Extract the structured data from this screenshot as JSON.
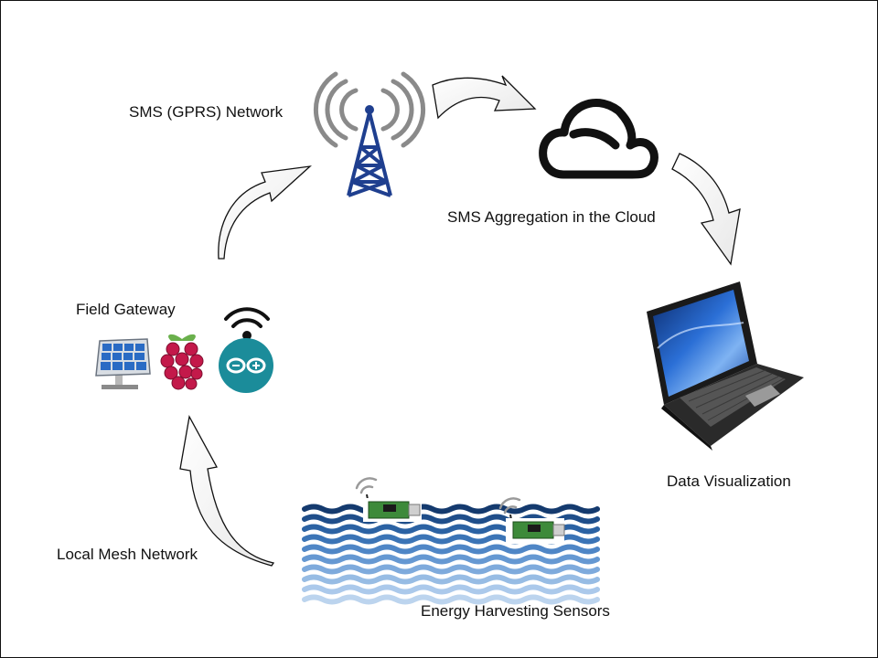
{
  "labels": {
    "sms_network": "SMS (GPRS) Network",
    "cloud": "SMS Aggregation in the Cloud",
    "visualization": "Data Visualization",
    "sensors": "Energy Harvesting Sensors",
    "mesh": "Local Mesh Network",
    "gateway": "Field Gateway"
  },
  "icons": {
    "tower": "cell-tower-icon",
    "cloud": "cloud-icon",
    "laptop": "laptop-icon",
    "sensor_board": "sensor-board-icon",
    "solar": "solar-panel-icon",
    "raspberry": "raspberry-pi-icon",
    "arduino": "arduino-icon",
    "wifi": "wifi-icon"
  },
  "colors": {
    "tower_blue": "#1f3f8f",
    "signal_gray": "#8a8a8a",
    "wave_dark": "#143a6e",
    "wave_light": "#bcd4ee",
    "board_green": "#3d8a3a",
    "raspberry": "#c3194a",
    "arduino": "#1b8c9a",
    "screen_blue": "#2b6fd6"
  }
}
